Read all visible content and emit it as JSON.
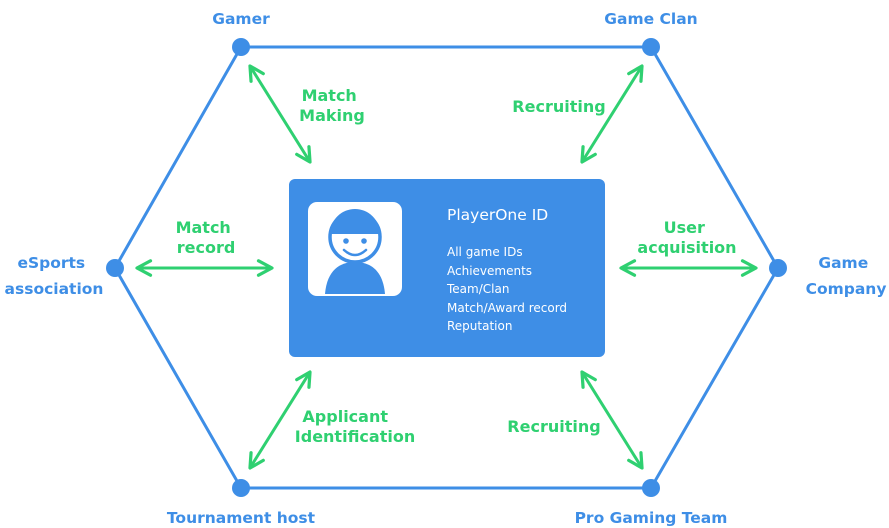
{
  "colors": {
    "hexagon": "#3e8ee6",
    "arrow": "#2fd071",
    "card": "#3e8ee6",
    "text_on_card": "#ffffff"
  },
  "nodes": {
    "gamer": "Gamer",
    "game_clan": "Game Clan",
    "esports": [
      "eSports",
      "association"
    ],
    "game_company": [
      "Game",
      "Company"
    ],
    "tournament_host": "Tournament host",
    "pro_gaming_team": "Pro Gaming Team"
  },
  "edges": {
    "match_making": [
      "Match",
      "Making"
    ],
    "recruiting_clan": "Recruiting",
    "match_record": [
      "Match",
      "record"
    ],
    "user_acquisition": [
      "User",
      "acquisition"
    ],
    "applicant_identification": [
      "Applicant",
      "Identification"
    ],
    "recruiting_team": "Recruiting"
  },
  "card": {
    "icon": "smiling-user-avatar-icon",
    "title": "PlayerOne ID",
    "items": [
      "All game IDs",
      "Achievements",
      "Team/Clan",
      "Match/Award record",
      "Reputation"
    ]
  }
}
